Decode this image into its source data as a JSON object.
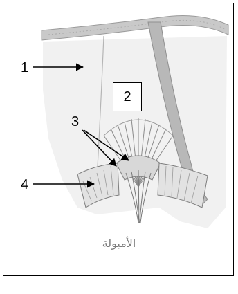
{
  "labels": {
    "one": "1",
    "two": "2",
    "three": "3",
    "four": "4"
  },
  "caption": "الأمبولة",
  "colors": {
    "line": "#000000",
    "tissue": "#cfcfcf",
    "cell": "#8a8a8a",
    "caption": "#7a7a7a"
  }
}
